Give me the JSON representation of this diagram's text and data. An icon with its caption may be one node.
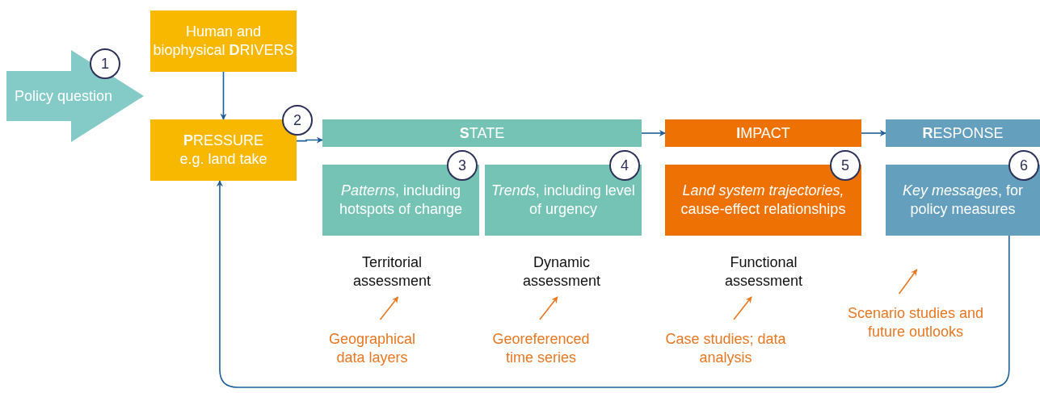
{
  "diagram": {
    "nodes": [
      {
        "text": [
          "Policy question"
        ]
      },
      {
        "text": [
          "Human and biophysical **D**RIVERS"
        ]
      },
      {
        "text": [
          "**P**RESSURE",
          "e.g. land take"
        ]
      },
      {
        "text": [
          "**S**TATE"
        ]
      },
      {
        "text": [
          "*Patterns*, including hotspots of change"
        ]
      },
      {
        "text": [
          "*Trends*, including level of urgency"
        ]
      },
      {
        "text": [
          "**I**MPACT"
        ]
      },
      {
        "text": [
          "*Land system trajectories,* cause-effect relationships"
        ]
      },
      {
        "text": [
          "**R**ESPONSE"
        ]
      },
      {
        "text": [
          "*Key messages*, for policy measures"
        ]
      },
      {
        "text": [
          "Territorial assessment"
        ]
      },
      {
        "text": [
          "Geographical data layers"
        ]
      },
      {
        "text": [
          "Dynamic assessment"
        ]
      },
      {
        "text": [
          "Georeferenced time series"
        ]
      },
      {
        "text": [
          "Functional assessment"
        ]
      },
      {
        "text": [
          "Case studies; data analysis"
        ]
      },
      {
        "text": [
          "Scenario studies and future outlooks"
        ]
      },
      {
        "text": [
          "1"
        ]
      },
      {
        "text": [
          "2"
        ]
      },
      {
        "text": [
          "3"
        ]
      },
      {
        "text": [
          "4"
        ]
      },
      {
        "text": [
          "5"
        ]
      },
      {
        "text": [
          "6"
        ]
      }
    ],
    "edges": [
      {
        "from": 1,
        "to": 2,
        "arrow": "to"
      },
      {
        "from": 2,
        "to": 3,
        "arrow": "to"
      },
      {
        "from": 3,
        "to": 6,
        "arrow": "to"
      },
      {
        "from": 6,
        "to": 8,
        "arrow": "to"
      },
      {
        "from": 9,
        "to": 2,
        "arrow": "to"
      },
      {
        "from": 11,
        "to": 10,
        "arrow": "to",
        "color": "#e87722"
      },
      {
        "from": 13,
        "to": 12,
        "arrow": "to",
        "color": "#e87722"
      },
      {
        "from": 15,
        "to": 14,
        "arrow": "to",
        "color": "#e87722"
      },
      {
        "from": 16,
        "to": null,
        "arrow": "to",
        "color": "#e87722"
      }
    ]
  }
}
